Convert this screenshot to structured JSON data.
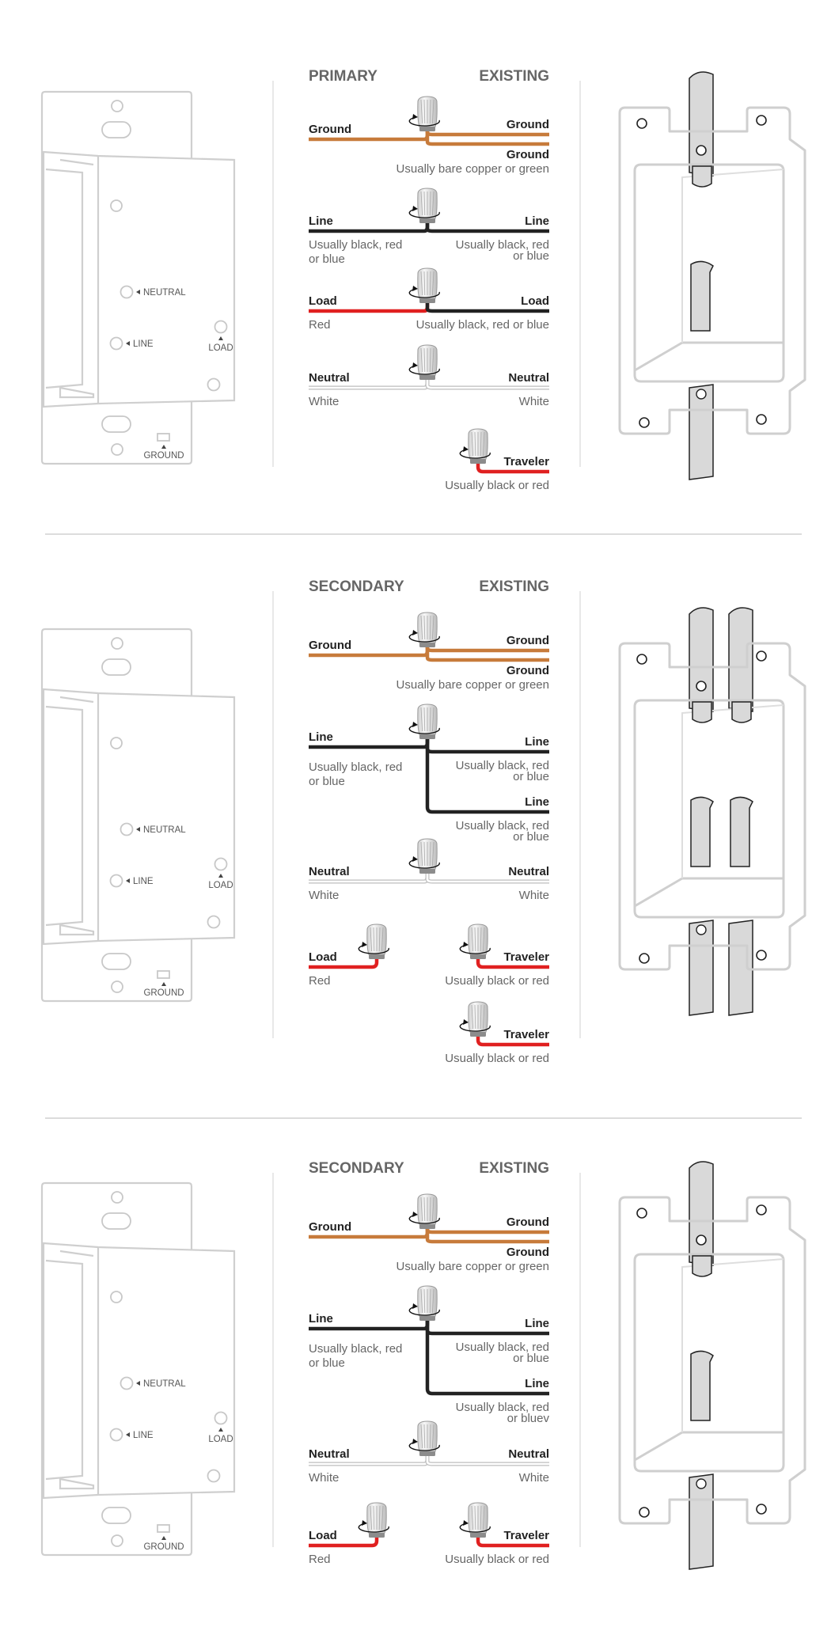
{
  "diagram": {
    "sections": [
      {
        "id": "primary",
        "left_header": "PRIMARY",
        "right_header": "EXISTING",
        "switch_terms": {
          "neutral": "NEUTRAL",
          "line": "LINE",
          "load": "LOAD",
          "ground": "GROUND"
        },
        "box_cables": 1,
        "groups": [
          {
            "id": "ground",
            "left": {
              "label": "Ground",
              "sub": [
                "",
                ""
              ],
              "color": "#c77b3b"
            },
            "right": [
              {
                "label": "Ground",
                "sub": [
                  "",
                  ""
                ],
                "color": "#c77b3b"
              },
              {
                "label": "Ground",
                "sub": [
                  "Usually bare copper or green",
                  ""
                ],
                "color": "#c77b3b"
              }
            ],
            "branch": false
          },
          {
            "id": "line",
            "left": {
              "label": "Line",
              "sub": [
                "Usually black, red",
                "or blue"
              ],
              "color": "#222222"
            },
            "right": [
              {
                "label": "Line",
                "sub": [
                  "Usually black, red",
                  "or blue"
                ],
                "color": "#222222"
              }
            ],
            "branch": false
          },
          {
            "id": "load",
            "left": {
              "label": "Load",
              "sub": [
                "Red",
                ""
              ],
              "color": "#e02020"
            },
            "right": [
              {
                "label": "Load",
                "sub": [
                  "Usually black, red or blue",
                  ""
                ],
                "color": "#222222"
              }
            ],
            "branch": false
          },
          {
            "id": "neutral",
            "left": {
              "label": "Neutral",
              "sub": [
                "White",
                ""
              ],
              "color": "#ffffff"
            },
            "right": [
              {
                "label": "Neutral",
                "sub": [
                  "White",
                  ""
                ],
                "color": "#ffffff"
              }
            ],
            "branch": false
          },
          {
            "id": "traveler",
            "right": [
              {
                "label": "Traveler",
                "sub": [
                  "Usually black or red",
                  ""
                ],
                "color": "#e02020"
              }
            ]
          }
        ]
      },
      {
        "id": "secondary-a",
        "left_header": "SECONDARY",
        "right_header": "EXISTING",
        "switch_terms": {
          "neutral": "NEUTRAL",
          "line": "LINE",
          "load": "LOAD",
          "ground": "GROUND"
        },
        "box_cables": 2,
        "groups": [
          {
            "id": "ground",
            "left": {
              "label": "Ground",
              "sub": [
                "",
                ""
              ],
              "color": "#c77b3b"
            },
            "right": [
              {
                "label": "Ground",
                "sub": [
                  "",
                  ""
                ],
                "color": "#c77b3b"
              },
              {
                "label": "Ground",
                "sub": [
                  "Usually bare copper or green",
                  ""
                ],
                "color": "#c77b3b"
              }
            ],
            "branch": false
          },
          {
            "id": "line",
            "left": {
              "label": "Line",
              "sub": [
                "Usually black, red",
                "or blue"
              ],
              "color": "#222222"
            },
            "right": [
              {
                "label": "Line",
                "sub": [
                  "Usually black, red",
                  "or blue"
                ],
                "color": "#222222"
              },
              {
                "label": "Line",
                "sub": [
                  "Usually black, red",
                  "or blue"
                ],
                "color": "#222222"
              }
            ],
            "branch": true
          },
          {
            "id": "neutral",
            "left": {
              "label": "Neutral",
              "sub": [
                "White",
                ""
              ],
              "color": "#ffffff"
            },
            "right": [
              {
                "label": "Neutral",
                "sub": [
                  "White",
                  ""
                ],
                "color": "#ffffff"
              }
            ],
            "branch": false
          },
          {
            "id": "load-traveler",
            "left": {
              "label": "Load",
              "sub": [
                "Red",
                ""
              ],
              "color": "#e02020"
            },
            "right": [
              {
                "label": "Traveler",
                "sub": [
                  "Usually black or red",
                  ""
                ],
                "color": "#e02020"
              }
            ]
          },
          {
            "id": "traveler",
            "right": [
              {
                "label": "Traveler",
                "sub": [
                  "Usually black or red",
                  ""
                ],
                "color": "#e02020"
              }
            ]
          }
        ]
      },
      {
        "id": "secondary-b",
        "left_header": "SECONDARY",
        "right_header": "EXISTING",
        "switch_terms": {
          "neutral": "NEUTRAL",
          "line": "LINE",
          "load": "LOAD",
          "ground": "GROUND"
        },
        "box_cables": 1,
        "groups": [
          {
            "id": "ground",
            "left": {
              "label": "Ground",
              "sub": [
                "",
                ""
              ],
              "color": "#c77b3b"
            },
            "right": [
              {
                "label": "Ground",
                "sub": [
                  "",
                  ""
                ],
                "color": "#c77b3b"
              },
              {
                "label": "Ground",
                "sub": [
                  "Usually bare copper or green",
                  ""
                ],
                "color": "#c77b3b"
              }
            ],
            "branch": false
          },
          {
            "id": "line",
            "left": {
              "label": "Line",
              "sub": [
                "Usually black, red",
                "or blue"
              ],
              "color": "#222222"
            },
            "right": [
              {
                "label": "Line",
                "sub": [
                  "Usually black, red",
                  "or blue"
                ],
                "color": "#222222"
              },
              {
                "label": "Line",
                "sub": [
                  "Usually black, red",
                  "or bluev"
                ],
                "color": "#222222"
              }
            ],
            "branch": true
          },
          {
            "id": "neutral",
            "left": {
              "label": "Neutral",
              "sub": [
                "White",
                ""
              ],
              "color": "#ffffff"
            },
            "right": [
              {
                "label": "Neutral",
                "sub": [
                  "White",
                  ""
                ],
                "color": "#ffffff"
              }
            ],
            "branch": false
          },
          {
            "id": "load-traveler",
            "left": {
              "label": "Load",
              "sub": [
                "Red",
                ""
              ],
              "color": "#e02020"
            },
            "right": [
              {
                "label": "Traveler",
                "sub": [
                  "Usually black or red",
                  ""
                ],
                "color": "#e02020"
              }
            ]
          }
        ]
      }
    ]
  }
}
